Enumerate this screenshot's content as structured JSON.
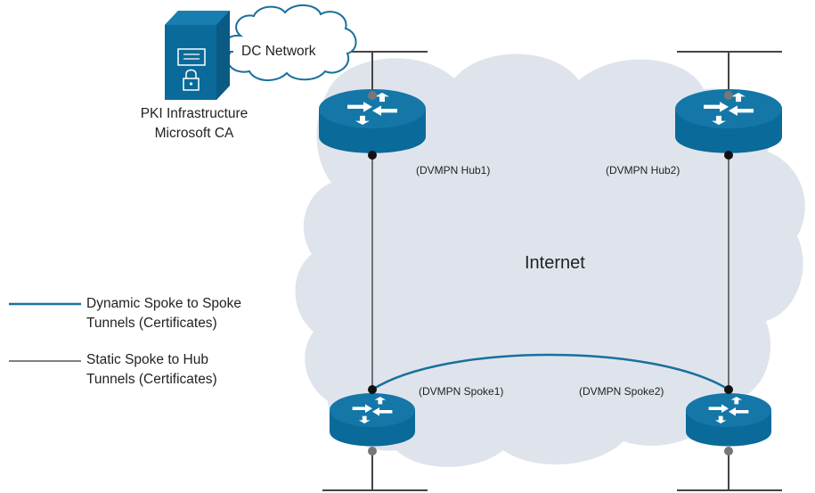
{
  "dc_network": {
    "label": "DC Network"
  },
  "pki": {
    "line1": "PKI Infrastructure",
    "line2": "Microsoft CA"
  },
  "internet": {
    "label": "Internet"
  },
  "hub1": {
    "label": "(DVMPN Hub1)"
  },
  "hub2": {
    "label": "(DVMPN Hub2)"
  },
  "spoke1": {
    "label": "(DVMPN Spoke1)"
  },
  "spoke2": {
    "label": "(DVMPN Spoke2)"
  },
  "legend": {
    "dynamic_line1": "Dynamic Spoke to Spoke",
    "dynamic_line2": "Tunnels (Certificates)",
    "static_line1": "Static Spoke to Hub",
    "static_line2": "Tunnels (Certificates)"
  },
  "colors": {
    "cloud": "#dfe4ec",
    "router_body": "#0a6a99",
    "router_top": "#1477a8",
    "dynamic_tunnel": "#1a6f9c",
    "static_tunnel": "#333333",
    "server": "#0a6a99"
  }
}
